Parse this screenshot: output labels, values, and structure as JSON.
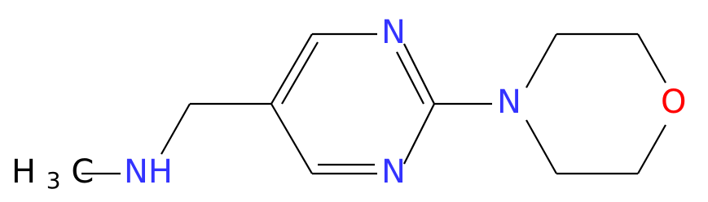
{
  "molecule": {
    "atoms": {
      "n_pyrimidine_top": "N",
      "n_pyrimidine_bottom": "N",
      "n_morpholine": "N",
      "o_morpholine": "O",
      "n_amine": "NH",
      "methyl_label_main": "H",
      "methyl_label_sub": "3",
      "methyl_label_end": "C"
    },
    "colors": {
      "nitrogen": "#3333ff",
      "oxygen": "#ff0000",
      "carbon": "#000000",
      "bond": "#000000",
      "background": "#ffffff"
    }
  }
}
